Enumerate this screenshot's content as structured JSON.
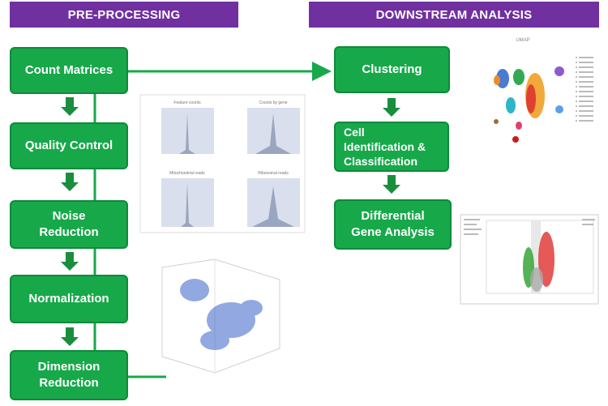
{
  "headers": {
    "left": "PRE-PROCESSING",
    "right": "DOWNSTREAM ANALYSIS"
  },
  "preprocessing_steps": [
    "Count Matrices",
    "Quality Control",
    "Noise\nReduction",
    "Normalization",
    "Dimension\nReduction"
  ],
  "downstream_steps": [
    "Clustering",
    "Cell\nIdentification &\nClassification",
    "Differential\nGene Analysis"
  ],
  "thumbnails": {
    "qc_panels": [
      "Feature counts",
      "Counts by gene",
      "Mitochondrial reads",
      "Ribosomal reads"
    ],
    "umap_title": "UMAP"
  },
  "colors": {
    "header": "#7030a0",
    "box": "#17a84a",
    "arrow": "#17a84a"
  }
}
